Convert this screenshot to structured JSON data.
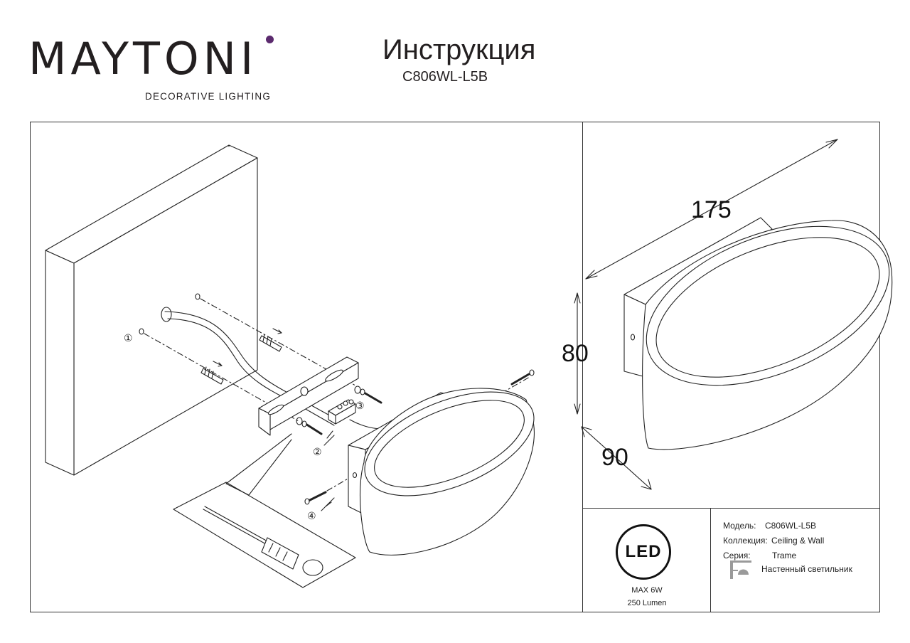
{
  "brand": {
    "name": "MAYTONI",
    "tagline": "DECORATIVE LIGHTING"
  },
  "header": {
    "title": "Инструкция",
    "model": "C806WL-L5B"
  },
  "dimensions": {
    "length": "175",
    "height": "80",
    "depth": "90"
  },
  "steps": [
    "①",
    "②",
    "③",
    "④"
  ],
  "specs": {
    "badge": "LED",
    "power": "MAX 6W",
    "flux": "250 Lumen"
  },
  "properties": {
    "model_label": "Модель:",
    "model_value": "C806WL-L5B",
    "collection_label": "Коллекция:",
    "collection_value": "Ceiling & Wall",
    "series_label": "Серия:",
    "series_value": "Trame",
    "type_value": "Настенный светильник"
  },
  "colors": {
    "brand_accent": "#4b1f60",
    "line": "#333333"
  },
  "icons": [
    "screwdriver-icon",
    "wall-lamp-icon",
    "led-badge-icon"
  ]
}
